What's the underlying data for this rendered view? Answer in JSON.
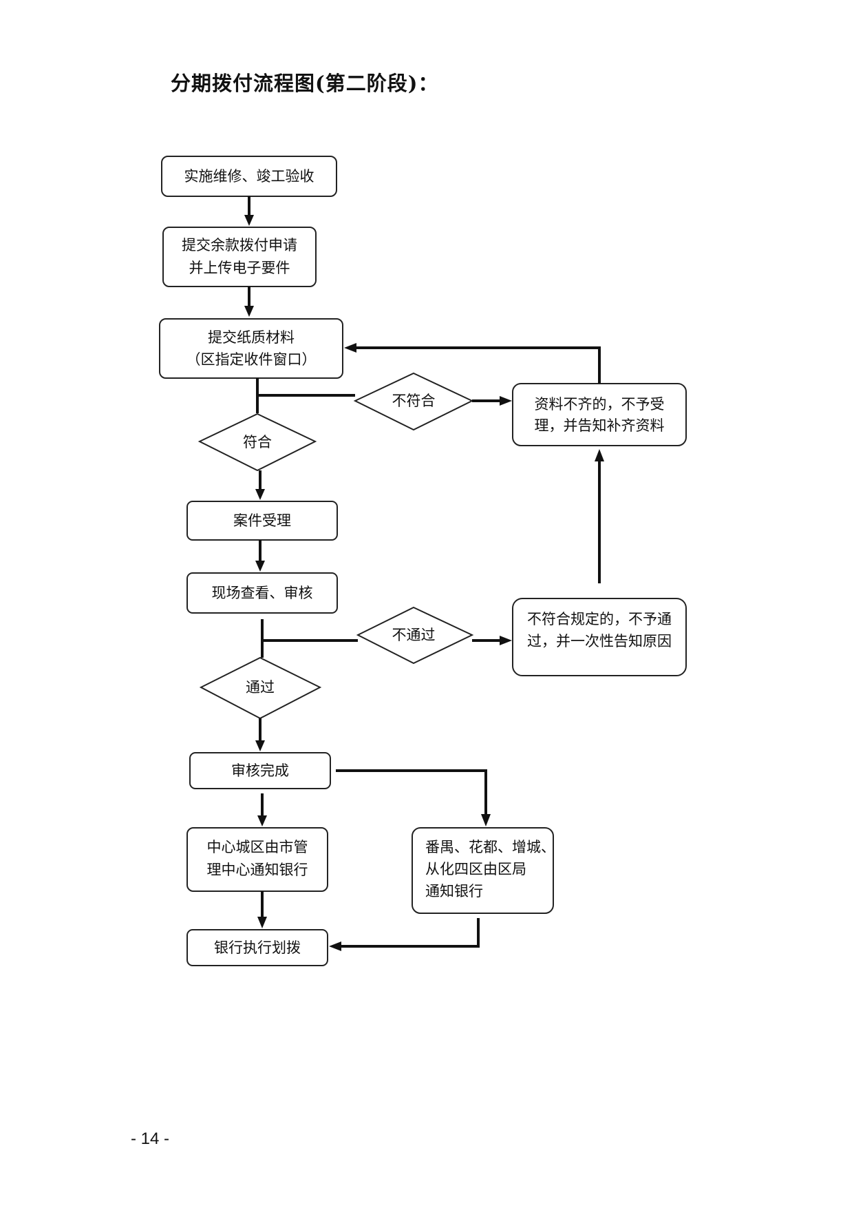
{
  "title": "分期拨付流程图(第二阶段)：",
  "page_number": "- 14 -",
  "nodes": {
    "step1": "实施维修、竣工验收",
    "step2_line1": "提交余款拨付申请",
    "step2_line2": "并上传电子要件",
    "step3_line1": "提交纸质材料",
    "step3_line2": "（区指定收件窗口）",
    "not_compliant": "不符合",
    "reject1_line1": "资料不齐的，不予受",
    "reject1_line2": "理，并告知补齐资料",
    "compliant": "符合",
    "accept": "案件受理",
    "inspect": "现场查看、审核",
    "not_pass": "不通过",
    "reject2_line1": "不符合规定的，不予通",
    "reject2_line2": "过，并一次性告知原因",
    "pass": "通过",
    "review_done": "审核完成",
    "central_line1": "中心城区由市管",
    "central_line2": "理中心通知银行",
    "districts_line1": "番禺、花都、增城、",
    "districts_line2": "从化四区由区局",
    "districts_line3": "通知银行",
    "bank": "银行执行划拨"
  }
}
